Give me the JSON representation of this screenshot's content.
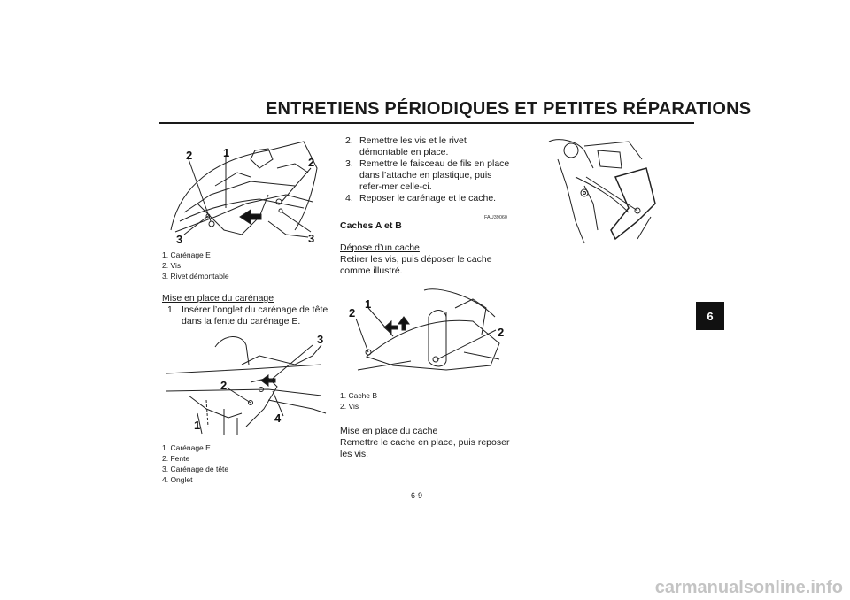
{
  "header": {
    "title": "ENTRETIENS PÉRIODIQUES ET PETITES RÉPARATIONS",
    "chapter": "6"
  },
  "left": {
    "fig1_captions": [
      "1. Carénage E",
      "2. Vis",
      "3. Rivet démontable"
    ],
    "fig1_callouts": [
      "1",
      "2",
      "2",
      "3",
      "3"
    ],
    "install_heading": "Mise en place du carénage",
    "install_step_num": "1.",
    "install_step_text": "Insérer l’onglet du carénage de tête dans la fente du carénage E.",
    "fig2_captions": [
      "1. Carénage E",
      "2. Fente",
      "3. Carénage de tête",
      "4. Onglet"
    ],
    "fig2_callouts": [
      "1",
      "2",
      "3",
      "4"
    ]
  },
  "middle": {
    "steps": [
      {
        "num": "2.",
        "text": "Remettre les vis et le rivet démontable en place."
      },
      {
        "num": "3.",
        "text": "Remettre le faisceau de fils en place dans l’attache en plastique, puis refer-mer celle-ci."
      },
      {
        "num": "4.",
        "text": "Reposer le carénage et le cache."
      }
    ],
    "code": "FAU39060",
    "section_title": "Caches A et B",
    "removal_heading": "Dépose d’un cache",
    "removal_text": "Retirer les vis, puis déposer le cache comme illustré.",
    "fig3_captions": [
      "1. Cache B",
      "2. Vis"
    ],
    "fig3_callouts": [
      "1",
      "2",
      "2"
    ],
    "install_heading": "Mise en place du cache",
    "install_text": "Remettre le cache en place, puis reposer les vis."
  },
  "page_number": "6-9",
  "watermark": "carmanualsonline.info"
}
